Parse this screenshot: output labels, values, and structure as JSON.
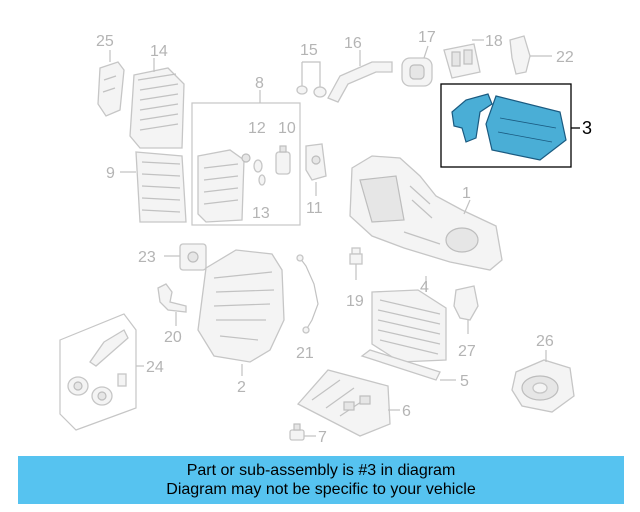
{
  "diagram": {
    "callouts": [
      "1",
      "2",
      "3",
      "4",
      "5",
      "6",
      "7",
      "8",
      "9",
      "10",
      "11",
      "12",
      "13",
      "14",
      "15",
      "16",
      "17",
      "18",
      "19",
      "20",
      "21",
      "22",
      "23",
      "24",
      "25",
      "26",
      "27"
    ],
    "highlighted_callout": "3",
    "highlight_color": "#4aaed6"
  },
  "banner": {
    "line1": "Part or sub-assembly is #3 in diagram",
    "line2": "Diagram may not be specific to your vehicle",
    "background": "#56c3f0"
  }
}
